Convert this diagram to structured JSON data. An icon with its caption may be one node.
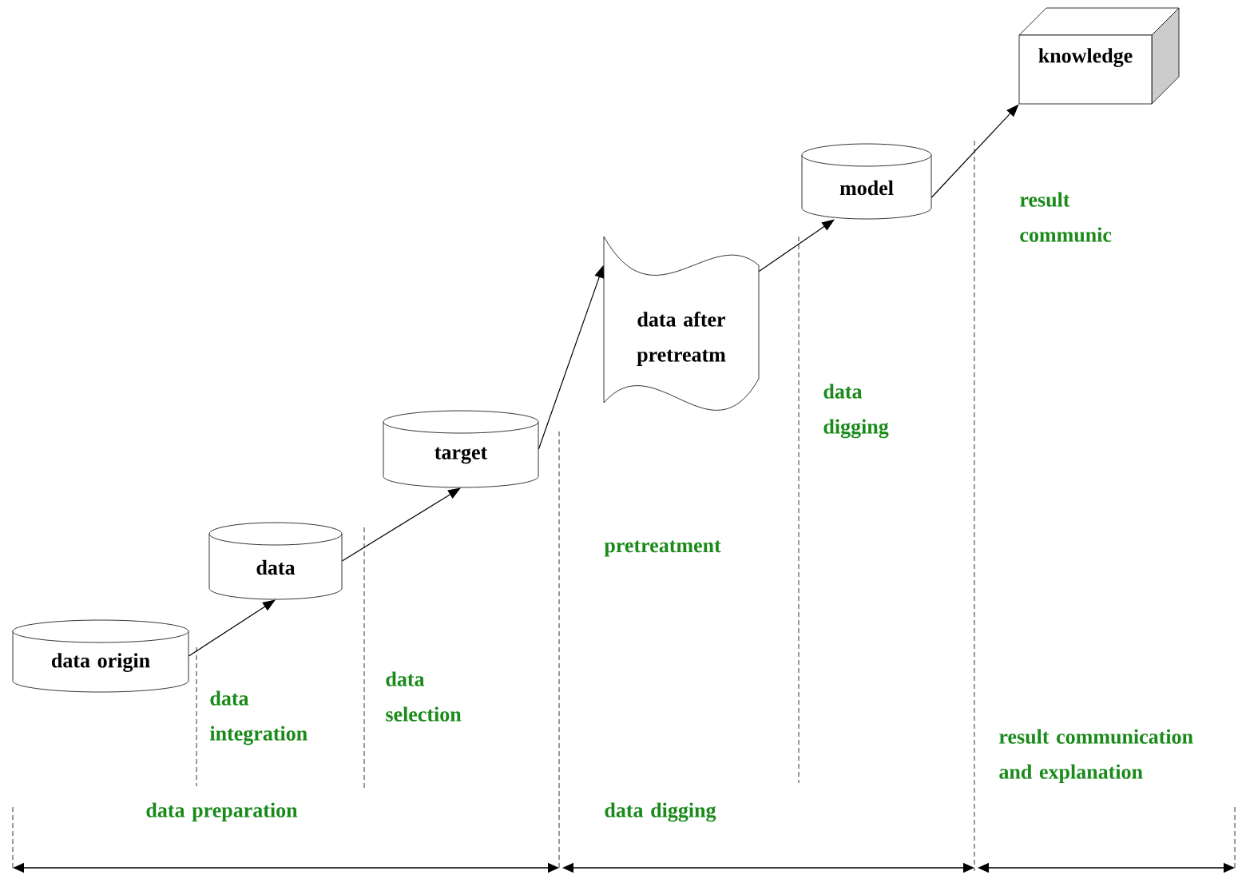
{
  "diagram": {
    "nodes": [
      {
        "text": [
          "data origin"
        ]
      },
      {
        "text": [
          "data"
        ]
      },
      {
        "text": [
          "target"
        ]
      },
      {
        "text": [
          "data after pretreatm"
        ]
      },
      {
        "text": [
          "model"
        ]
      },
      {
        "text": [
          "knowledge"
        ]
      }
    ],
    "edges": [
      {
        "from": 0,
        "to": 1,
        "arrow": "to"
      },
      {
        "from": 1,
        "to": 2,
        "arrow": "to"
      },
      {
        "from": 2,
        "to": 3,
        "arrow": "to"
      },
      {
        "from": 3,
        "to": 4,
        "arrow": "to"
      },
      {
        "from": 4,
        "to": 5,
        "arrow": "to"
      }
    ],
    "labels": [
      "result communic",
      "data digging",
      "pretreatment",
      "data selection",
      "data integration",
      "result communication and explanation",
      "data preparation",
      "data digging"
    ]
  }
}
